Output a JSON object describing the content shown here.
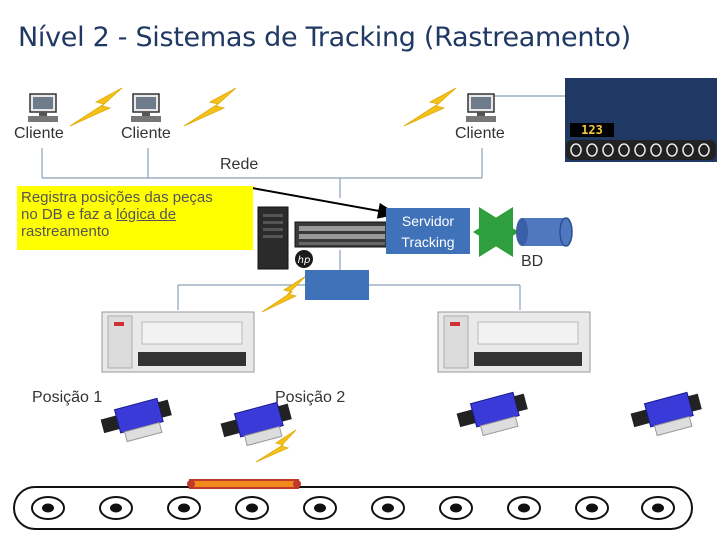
{
  "title": "Nível 2 - Sistemas de Tracking (Rastreamento)",
  "clients": [
    "Cliente",
    "Cliente",
    "Cliente"
  ],
  "network_label": "Rede",
  "note": {
    "line1": "Registra posições das peças",
    "line2_pre": "no DB e faz a ",
    "line2_link": "lógica de",
    "line3": "rastreamento"
  },
  "server_label_1": "Servidor",
  "server_label_2": "Tracking",
  "db_label": "BD",
  "counter_value": "123",
  "positions": [
    "Posição 1",
    "Posição 2"
  ],
  "icons": {
    "client": "desktop-computer-icon",
    "lightning": "lightning-bolt-icon",
    "server": "server-rack-icon",
    "database": "database-cylinder-icon",
    "plc": "plc-controller-icon",
    "reader": "rfid-reader-icon"
  },
  "colors": {
    "title": "#1f3864",
    "highlight": "#ffff00",
    "box_blue": "#3f72b8",
    "lightning": "#f5c21b",
    "link_green": "#2e9e3e"
  }
}
